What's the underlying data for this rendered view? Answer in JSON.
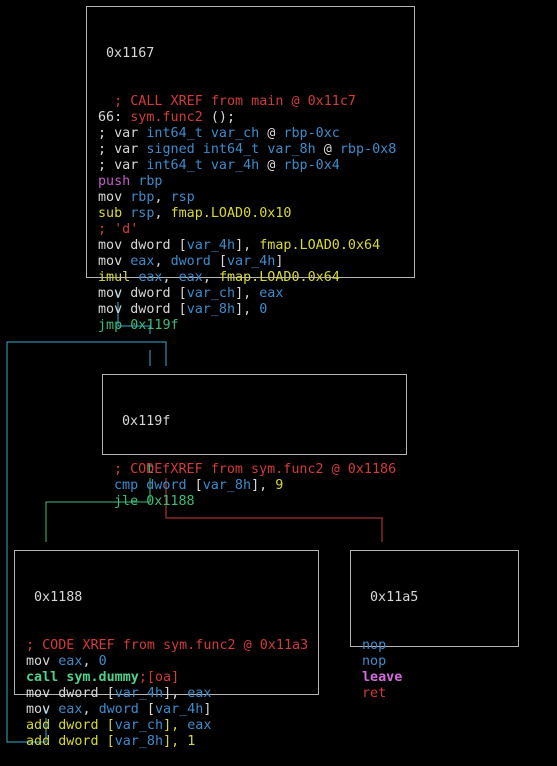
{
  "colors": {
    "white": "#d7d7d7",
    "red": "#d13b3b",
    "yellow": "#d8d832",
    "blue": "#3c8ccc",
    "green": "#3cbc7a",
    "purple": "#c05cc8",
    "cyan": "#3ba8cf",
    "bold_green": "#4fd08c",
    "bold_purple": "#d56be0",
    "border": "#b4b4b4"
  },
  "nodes": [
    {
      "id": "node-0x1167",
      "addr": "0x1167",
      "lines": [
        [
          {
            "t": "  "
          },
          {
            "t": "; CALL XREF from main @ 0x11c7",
            "c": "red"
          }
        ],
        [
          {
            "t": "66: "
          },
          {
            "t": "sym.func2",
            "c": "red"
          },
          {
            "t": " ();"
          }
        ],
        [
          {
            "t": "; var "
          },
          {
            "t": "int64_t",
            "c": "blue"
          },
          {
            "t": " "
          },
          {
            "t": "var_ch",
            "c": "blue"
          },
          {
            "t": " @ "
          },
          {
            "t": "rbp-0xc",
            "c": "blue"
          }
        ],
        [
          {
            "t": "; var "
          },
          {
            "t": "signed int64_t",
            "c": "blue"
          },
          {
            "t": " "
          },
          {
            "t": "var_8h",
            "c": "blue"
          },
          {
            "t": " @ "
          },
          {
            "t": "rbp-0x8",
            "c": "blue"
          }
        ],
        [
          {
            "t": "; var "
          },
          {
            "t": "int64_t",
            "c": "blue"
          },
          {
            "t": " "
          },
          {
            "t": "var_4h",
            "c": "blue"
          },
          {
            "t": " @ "
          },
          {
            "t": "rbp-0x4",
            "c": "blue"
          }
        ],
        [
          {
            "t": "push",
            "c": "purple"
          },
          {
            "t": " "
          },
          {
            "t": "rbp",
            "c": "blue"
          }
        ],
        [
          {
            "t": "mov"
          },
          {
            "t": " "
          },
          {
            "t": "rbp",
            "c": "blue"
          },
          {
            "t": ", "
          },
          {
            "t": "rsp",
            "c": "blue"
          }
        ],
        [
          {
            "t": "sub",
            "c": "yellow"
          },
          {
            "t": " "
          },
          {
            "t": "rsp",
            "c": "blue"
          },
          {
            "t": ", "
          },
          {
            "t": "fmap.LOAD0.0x10",
            "c": "yellow"
          }
        ],
        [
          {
            "t": "; 'd'",
            "c": "red"
          }
        ],
        [
          {
            "t": "mov dword ["
          },
          {
            "t": "var_4h",
            "c": "blue"
          },
          {
            "t": "], "
          },
          {
            "t": "fmap.LOAD0.0x64",
            "c": "yellow"
          }
        ],
        [
          {
            "t": "mov "
          },
          {
            "t": "eax",
            "c": "blue"
          },
          {
            "t": ", "
          },
          {
            "t": "dword",
            "c": "blue"
          },
          {
            "t": " ["
          },
          {
            "t": "var_4h",
            "c": "blue"
          },
          {
            "t": "]"
          }
        ],
        [
          {
            "t": "imul",
            "c": "yellow"
          },
          {
            "t": " "
          },
          {
            "t": "eax",
            "c": "blue"
          },
          {
            "t": ", "
          },
          {
            "t": "eax",
            "c": "blue"
          },
          {
            "t": ", "
          },
          {
            "t": "fmap.LOAD0.0x64",
            "c": "yellow"
          }
        ],
        [
          {
            "t": "mov dword ["
          },
          {
            "t": "var_ch",
            "c": "blue"
          },
          {
            "t": "], "
          },
          {
            "t": "eax",
            "c": "blue"
          }
        ],
        [
          {
            "t": "mov dword ["
          },
          {
            "t": "var_8h",
            "c": "blue"
          },
          {
            "t": "], "
          },
          {
            "t": "0",
            "c": "blue"
          }
        ],
        [
          {
            "t": "jmp 0x119f",
            "c": "green"
          }
        ]
      ]
    },
    {
      "id": "node-0x119f",
      "addr": "0x119f",
      "lines": [
        [
          {
            "t": "; CODE XREF from sym.func2 @ 0x1186",
            "c": "red"
          }
        ],
        [
          {
            "t": "cmp",
            "c": "blue"
          },
          {
            "t": " "
          },
          {
            "t": "dword",
            "c": "blue"
          },
          {
            "t": " ["
          },
          {
            "t": "var_8h",
            "c": "blue"
          },
          {
            "t": "], "
          },
          {
            "t": "9",
            "c": "yellow"
          }
        ],
        [
          {
            "t": "jle 0x1188",
            "c": "green"
          }
        ]
      ]
    },
    {
      "id": "node-0x1188",
      "addr": "0x1188",
      "lines": [
        [
          {
            "t": "; CODE XREF from sym.func2 @ 0x11a3",
            "c": "red"
          }
        ],
        [
          {
            "t": "mov "
          },
          {
            "t": "eax",
            "c": "blue"
          },
          {
            "t": ", "
          },
          {
            "t": "0",
            "c": "blue"
          }
        ],
        [
          {
            "t": "call sym.dummy",
            "c": "bold_green",
            "b": true
          },
          {
            "t": ";[oa]",
            "c": "red"
          }
        ],
        [
          {
            "t": "mov dword ["
          },
          {
            "t": "var_4h",
            "c": "blue"
          },
          {
            "t": "], "
          },
          {
            "t": "eax",
            "c": "blue"
          }
        ],
        [
          {
            "t": "mov "
          },
          {
            "t": "eax",
            "c": "blue"
          },
          {
            "t": ", "
          },
          {
            "t": "dword",
            "c": "blue"
          },
          {
            "t": " ["
          },
          {
            "t": "var_4h",
            "c": "blue"
          },
          {
            "t": "]"
          }
        ],
        [
          {
            "t": "add dword [",
            "c": "yellow"
          },
          {
            "t": "var_ch",
            "c": "blue"
          },
          {
            "t": "], ",
            "c": "yellow"
          },
          {
            "t": "eax",
            "c": "blue"
          }
        ],
        [
          {
            "t": "add dword [",
            "c": "yellow"
          },
          {
            "t": "var_8h",
            "c": "blue"
          },
          {
            "t": "], ",
            "c": "yellow"
          },
          {
            "t": "1",
            "c": "yellow"
          }
        ]
      ]
    },
    {
      "id": "node-0x11a5",
      "addr": "0x11a5",
      "lines": [
        [
          {
            "t": "nop",
            "c": "blue"
          }
        ],
        [
          {
            "t": "nop",
            "c": "blue"
          }
        ],
        [
          {
            "t": "leave",
            "c": "bold_purple",
            "b": true
          }
        ],
        [
          {
            "t": "ret",
            "c": "red"
          }
        ]
      ]
    }
  ],
  "edge_labels": {
    "jmp_arrow": "v",
    "true_label": "t",
    "false_label": "f",
    "loop_arrow": "v"
  }
}
